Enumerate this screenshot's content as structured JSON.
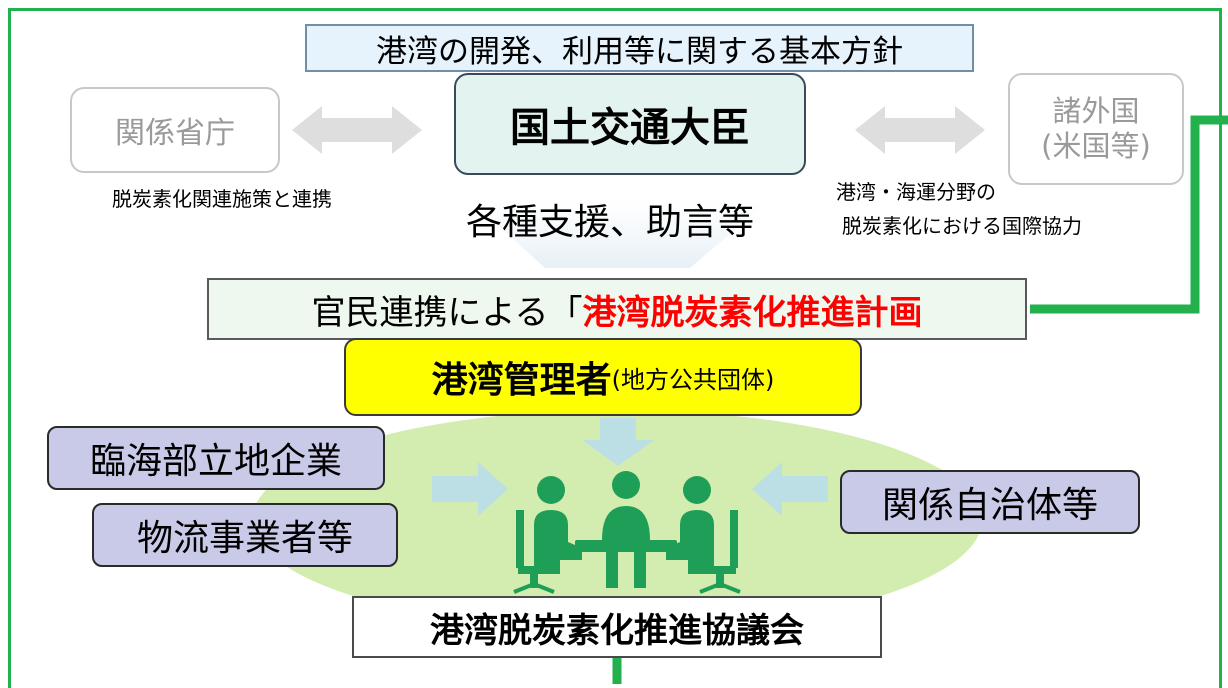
{
  "policy": {
    "label": "港湾の開発、利用等に関する基本方針"
  },
  "minister": {
    "label": "国土交通大臣"
  },
  "ministries": {
    "label": "関係省庁"
  },
  "foreign": {
    "line1": "諸外国",
    "line2": "(米国等)"
  },
  "ministries_note": "脱炭素化関連施策と連携",
  "support_note": "各種支援、助言等",
  "foreign_note": {
    "line1": "港湾・海運分野の",
    "line2": "脱炭素化における国際協力"
  },
  "plan": {
    "prefix": "官民連携による「",
    "highlight": "港湾脱炭素化推進計画"
  },
  "manager": {
    "main": "港湾管理者",
    "sub": "(地方公共団体)"
  },
  "companies": {
    "label": "臨海部立地企業"
  },
  "logistics": {
    "label": "物流事業者等"
  },
  "municipalities": {
    "label": "関係自治体等"
  },
  "council": {
    "label": "港湾脱炭素化推進協議会"
  },
  "icons": {
    "meeting": "meeting-people-icon"
  },
  "colors": {
    "frame_green": "#22b14c",
    "meeting_green": "#1e9e57",
    "oval_green": "#d3ecb0",
    "highlight_red": "#ff0000",
    "manager_yellow": "#ffff00",
    "stakeholder_fill": "#c9c9e8",
    "policy_fill": "#e6f3fc",
    "minister_fill": "#e3f3f0",
    "arrow_blue": "#bcdfe6",
    "arrow_gray": "#dedede"
  }
}
